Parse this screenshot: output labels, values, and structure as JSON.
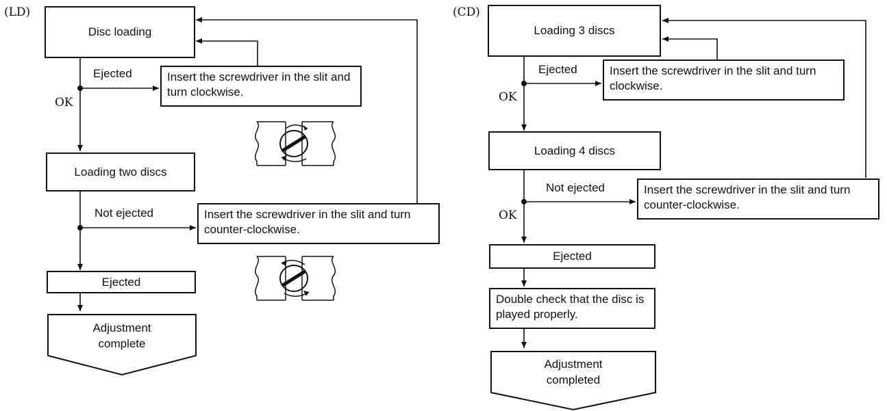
{
  "ld": {
    "section_label": "(LD)",
    "box_disc_loading": "Disc loading",
    "label_ejected": "Ejected",
    "label_ok_1": "OK",
    "box_insert_clockwise": "Insert the screwdriver in the slit and turn clockwise.",
    "box_loading_two": "Loading two discs",
    "label_not_ejected": "Not ejected",
    "label_ok_2": "",
    "box_insert_counter": "Insert the screwdriver in the slit and turn counter-clockwise.",
    "box_ejected": "Ejected",
    "end_text": "Adjustment complete"
  },
  "cd": {
    "section_label": "(CD)",
    "box_loading_3": "Loading 3 discs",
    "label_ejected": "Ejected",
    "label_ok_1": "OK",
    "box_insert_clockwise": "Insert the screwdriver in the slit and turn clockwise.",
    "box_loading_4": "Loading 4 discs",
    "label_not_ejected": "Not ejected",
    "label_ok_2": "OK",
    "box_insert_counter": "Insert the screwdriver in the slit and turn counter-clockwise.",
    "box_ejected": "Ejected",
    "box_double_check": "Double check that the disc is played properly.",
    "end_text": "Adjustment completed"
  },
  "icons": [
    "screwdriver-slot-clockwise-icon",
    "screwdriver-slot-counter-clockwise-icon"
  ]
}
